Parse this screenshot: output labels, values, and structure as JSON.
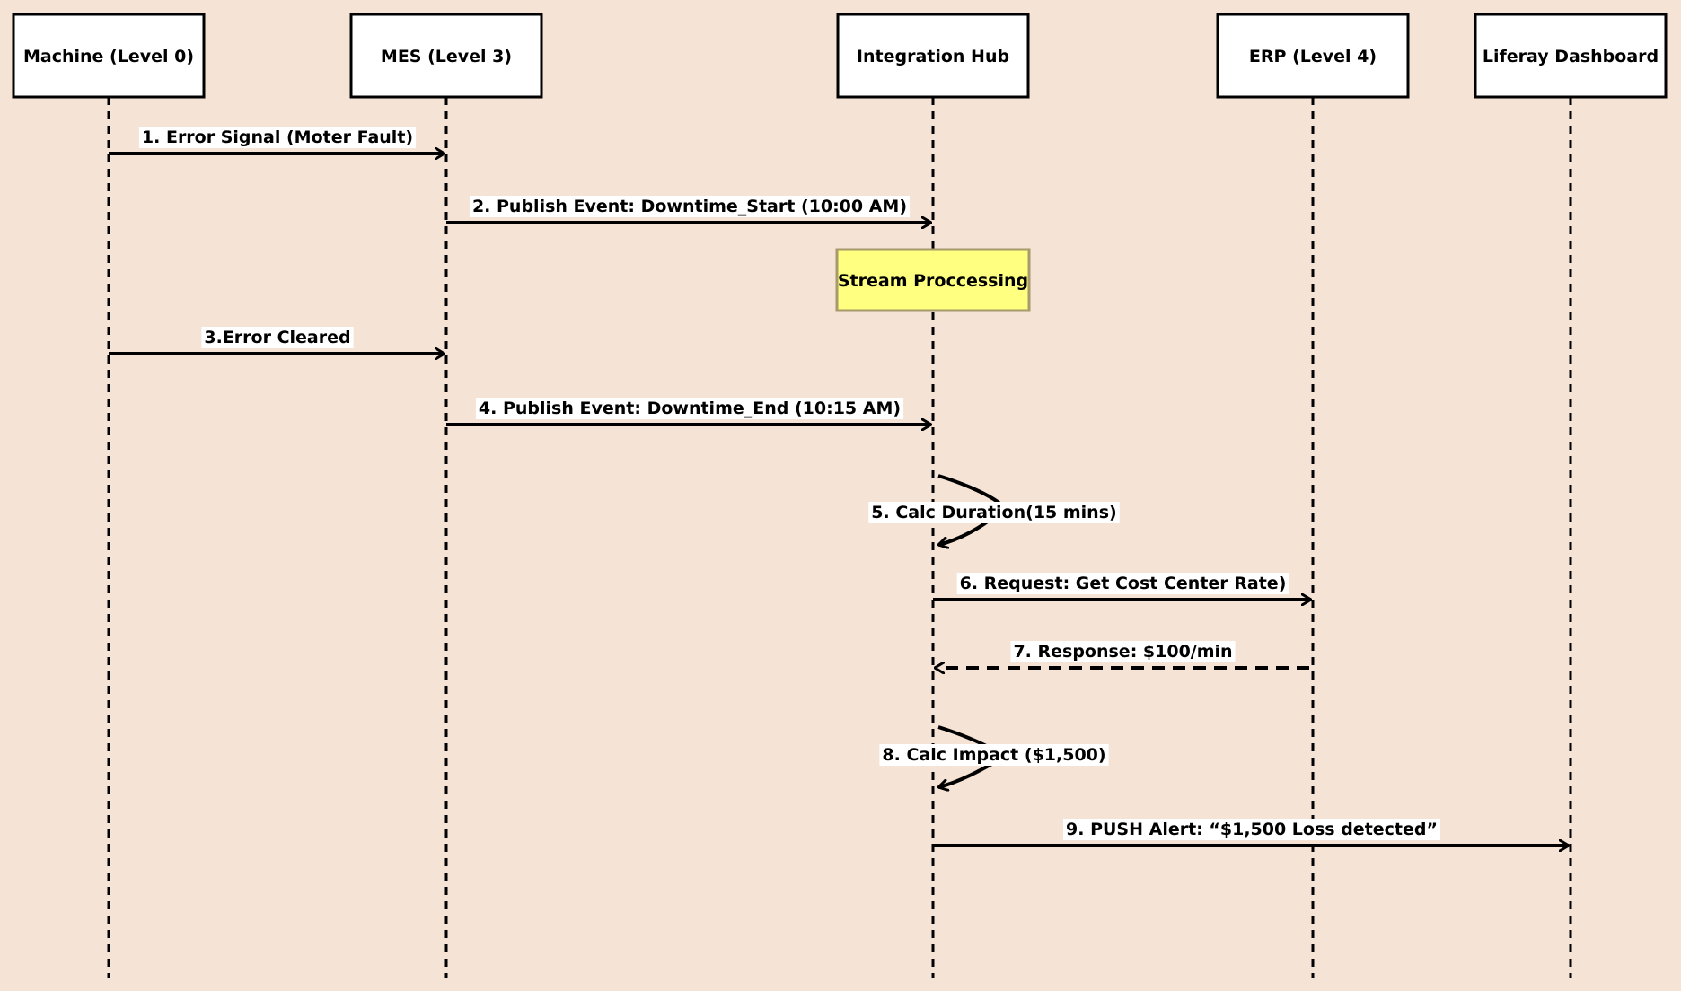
{
  "actors": [
    {
      "id": "machine",
      "label": "Machine (Level 0)"
    },
    {
      "id": "mes",
      "label": "MES (Level 3)"
    },
    {
      "id": "hub",
      "label": "Integration Hub"
    },
    {
      "id": "erp",
      "label": "ERP (Level 4)"
    },
    {
      "id": "liferay",
      "label": "Liferay Dashboard"
    }
  ],
  "messages": [
    {
      "label": "1. Error Signal (Moter Fault)",
      "from": "machine",
      "to": "mes",
      "style": "solid"
    },
    {
      "label": "2. Publish Event: Downtime_Start (10:00 AM)",
      "from": "mes",
      "to": "hub",
      "style": "solid"
    },
    {
      "label": "3.Error Cleared",
      "from": "machine",
      "to": "mes",
      "style": "solid"
    },
    {
      "label": "4. Publish Event: Downtime_End (10:15 AM)",
      "from": "mes",
      "to": "hub",
      "style": "solid"
    },
    {
      "label": "5. Calc Duration(15 mins)",
      "from": "hub",
      "to": "hub",
      "style": "self"
    },
    {
      "label": "6. Request: Get Cost Center Rate)",
      "from": "hub",
      "to": "erp",
      "style": "solid"
    },
    {
      "label": "7. Response: $100/min",
      "from": "erp",
      "to": "hub",
      "style": "dashed"
    },
    {
      "label": "8. Calc Impact  ($1,500)",
      "from": "hub",
      "to": "hub",
      "style": "self"
    },
    {
      "label": "9. PUSH Alert: “$1,500 Loss detected”",
      "from": "hub",
      "to": "liferay",
      "style": "solid"
    }
  ],
  "note": {
    "label": "Stream Proccessing",
    "actor": "hub"
  },
  "colors": {
    "background": "#f5e3d6",
    "note_fill": "#ffff80",
    "note_border": "#a89a6a",
    "actor_fill": "#ffffff",
    "line": "#000000"
  }
}
